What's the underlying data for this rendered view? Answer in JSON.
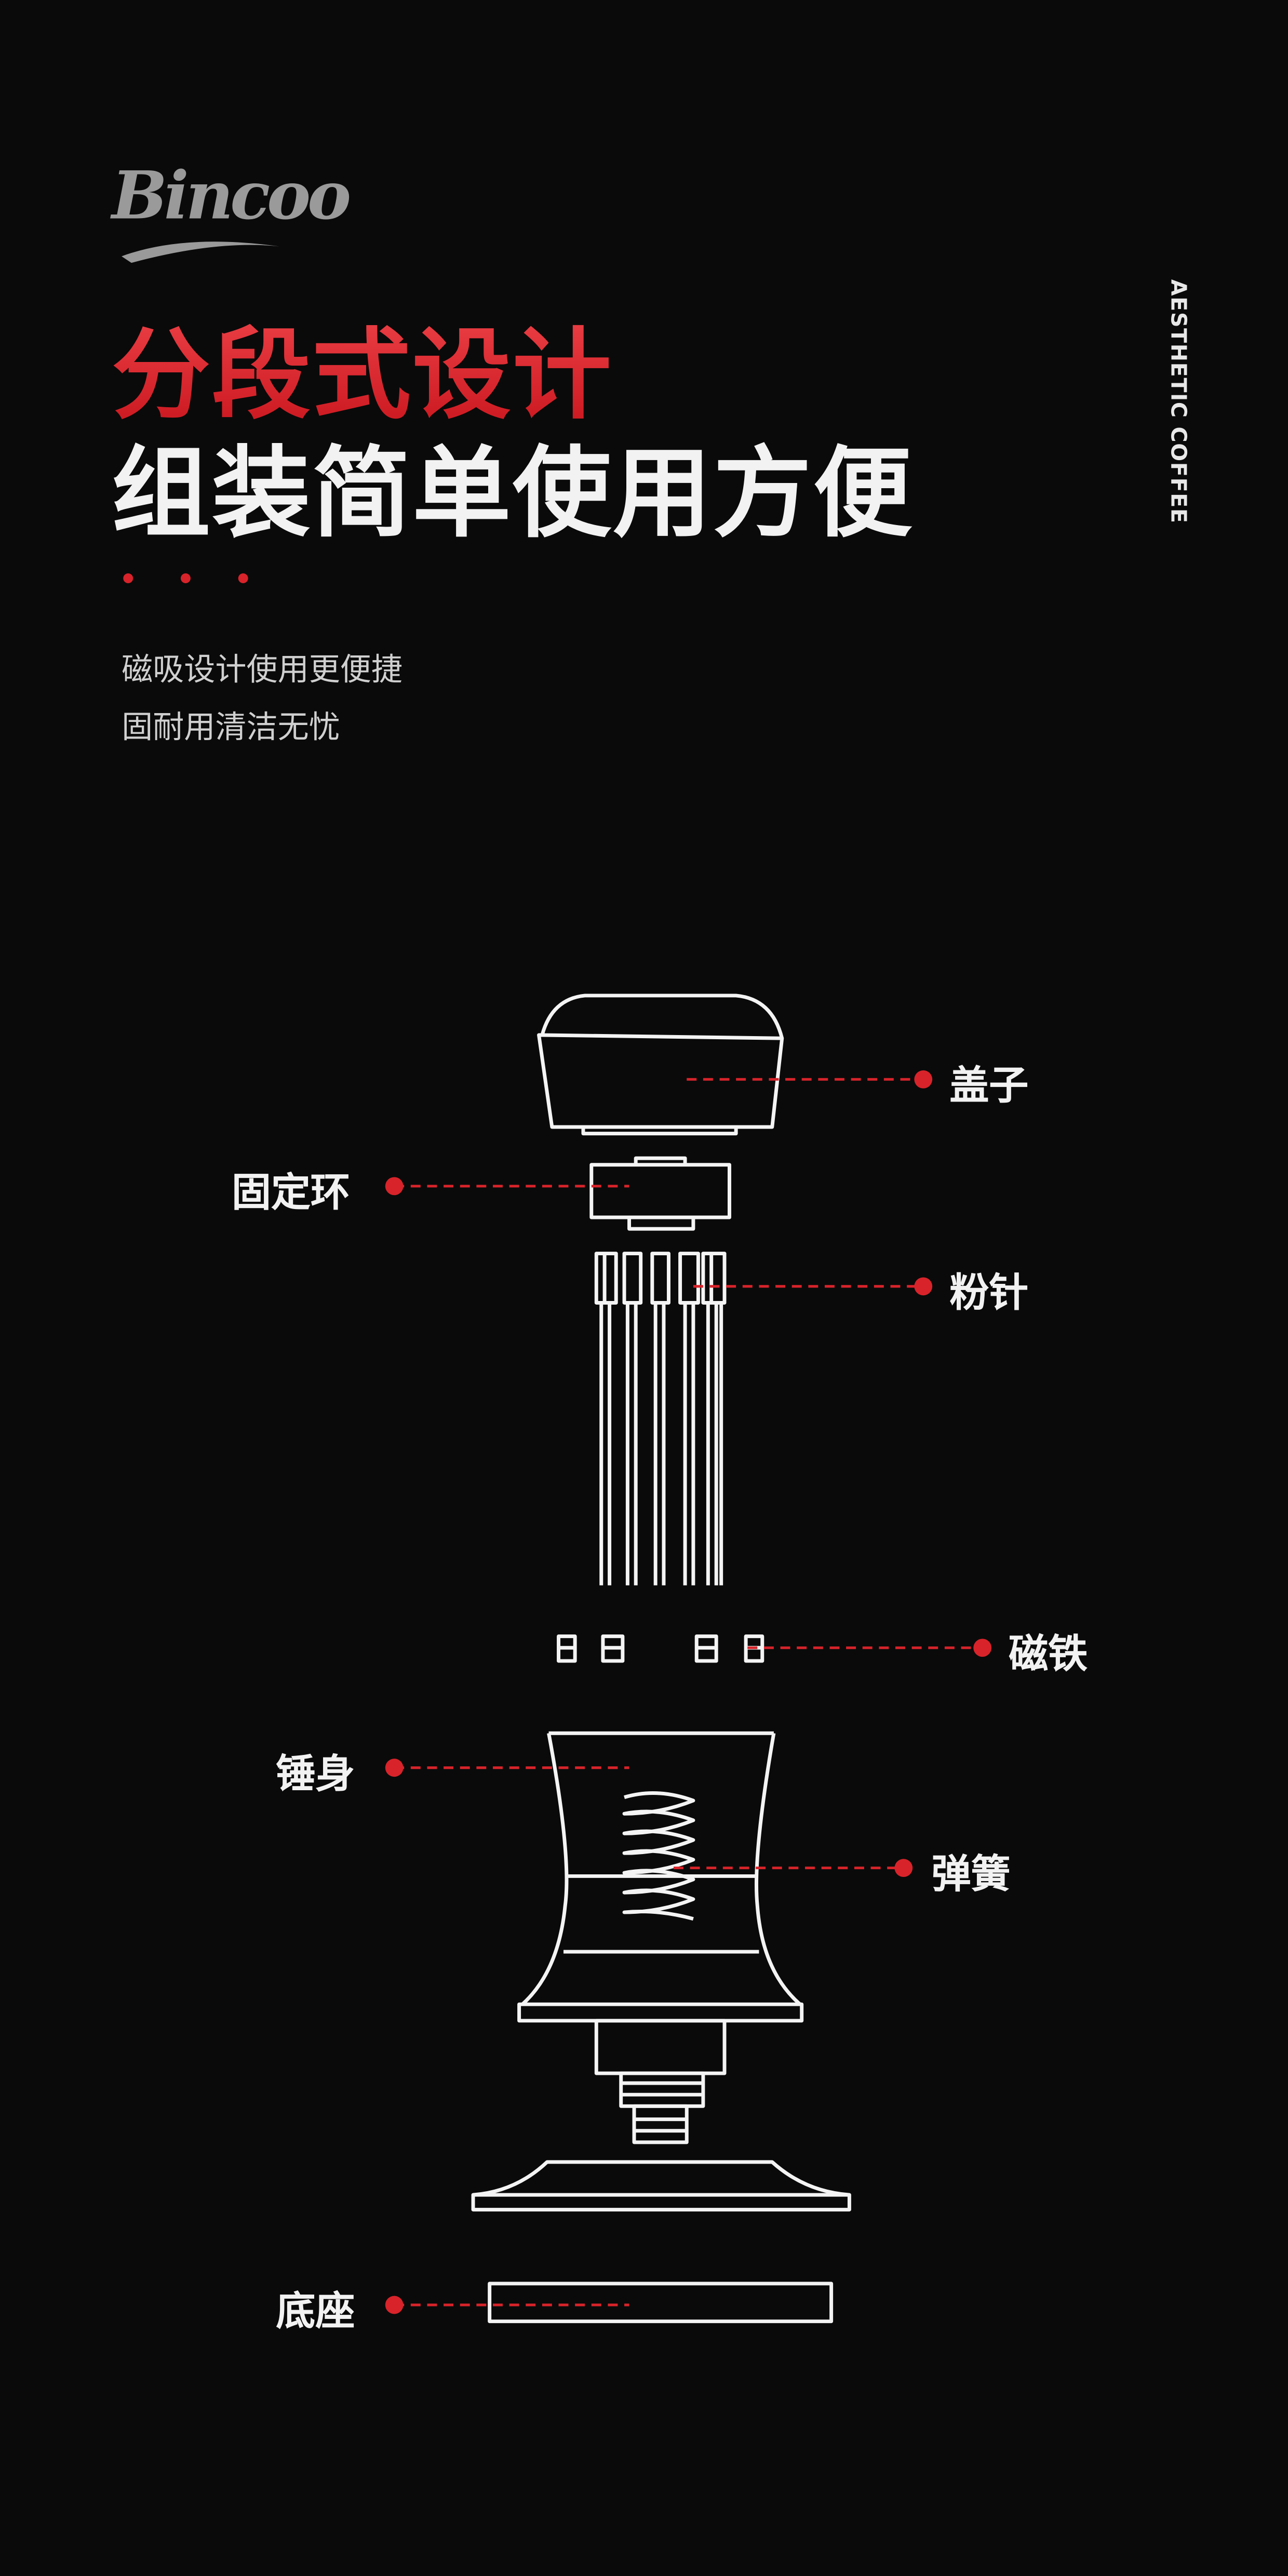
{
  "brand": {
    "logo_text": "Bincoo",
    "vertical_tagline": "AESTHETIC COFFEE"
  },
  "headline": {
    "red": "分段式设计",
    "white": "组装简单使用方便"
  },
  "features": [
    "磁吸设计使用更便捷",
    "固耐用清洁无忧"
  ],
  "colors": {
    "accent": "#d8232a",
    "background": "#0a0a0a",
    "line": "#ffffff"
  },
  "parts": {
    "lid": "盖子",
    "ring": "固定环",
    "needles": "粉针",
    "magnets": "磁铁",
    "body": "锤身",
    "spring": "弹簧",
    "base": "底座"
  }
}
